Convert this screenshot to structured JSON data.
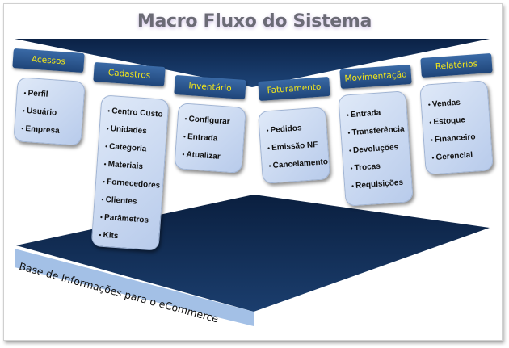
{
  "title": "Macro Fluxo do Sistema",
  "base_label": "Base de Informações para o eCommerce",
  "colors": {
    "tab_text": "#f2e61a",
    "dark_blue": "#0e2a4f",
    "light_blue": "#a3c0e6"
  },
  "modules": [
    {
      "label": "Acessos",
      "items": [
        "Perfil",
        "Usuário",
        "Empresa"
      ]
    },
    {
      "label": "Cadastros",
      "items": [
        "Centro Custo",
        "Unidades",
        "Categoria",
        "Materiais",
        "Fornecedores",
        "Clientes",
        "Parâmetros",
        "Kits"
      ]
    },
    {
      "label": "Inventário",
      "items": [
        "Configurar",
        "Entrada",
        "Atualizar"
      ]
    },
    {
      "label": "Faturamento",
      "items": [
        "Pedidos",
        "Emissão NF",
        "Cancelamento"
      ]
    },
    {
      "label": "Movimentação",
      "items": [
        "Entrada",
        "Transferência",
        "Devoluções",
        "Trocas",
        "Requisições"
      ]
    },
    {
      "label": "Relatórios",
      "items": [
        "Vendas",
        "Estoque",
        "Financeiro",
        "Gerencial"
      ]
    }
  ]
}
